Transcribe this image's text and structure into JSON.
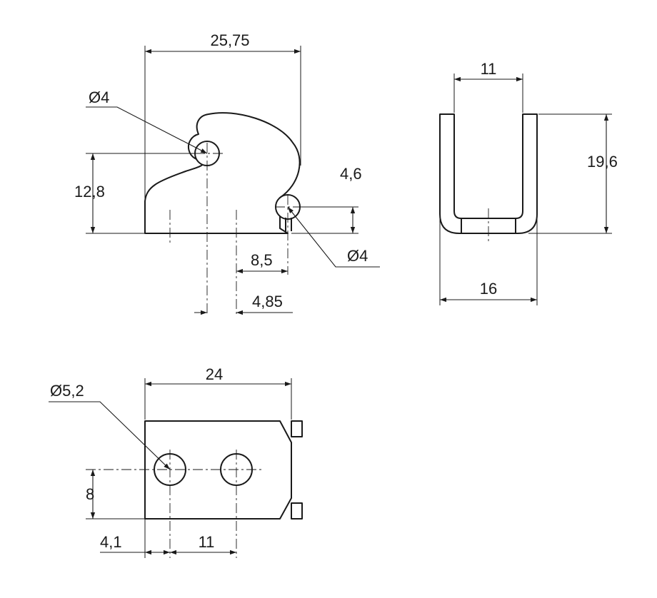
{
  "dimensions": {
    "side_width": "25,75",
    "side_hole_upper_dia": "Ø4",
    "side_height": "12,8",
    "side_hole_lower_offset": "4,6",
    "side_hole_lower_dia": "Ø4",
    "side_dim_a": "8,5",
    "side_dim_b": "4,85",
    "front_inner_width": "11",
    "front_height": "19,6",
    "front_outer_width": "16",
    "plan_width": "24",
    "plan_hole_dia": "Ø5,2",
    "plan_hole_height": "8",
    "plan_hole_offset": "4,1",
    "plan_hole_spacing": "11"
  }
}
